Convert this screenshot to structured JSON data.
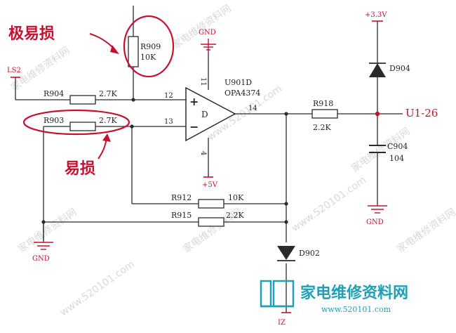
{
  "annotations": {
    "very_vulnerable": "极易损",
    "vulnerable": "易损"
  },
  "components": {
    "r909": {
      "ref": "R909",
      "value": "10K"
    },
    "r904": {
      "ref": "R904",
      "value": "2.7K"
    },
    "r903": {
      "ref": "R903",
      "value": "2.7K"
    },
    "r912": {
      "ref": "R912",
      "value": "10K"
    },
    "r915": {
      "ref": "R915",
      "value": "2.2K"
    },
    "r918": {
      "ref": "R918",
      "value": "2.2K"
    },
    "c904": {
      "ref": "C904",
      "value": "104"
    },
    "d904": {
      "ref": "D904"
    },
    "d902": {
      "ref": "D902"
    },
    "opamp": {
      "ref": "U901D",
      "part": "OPA4374",
      "symbol": "D",
      "plus": "+",
      "minus": "−",
      "pin_top": "11",
      "pin_bottom": "4",
      "pin_plus": "12",
      "pin_minus": "13",
      "pin_out": "14"
    }
  },
  "nets": {
    "gnd_top": "GND",
    "gnd_left": "GND",
    "gnd_right": "GND",
    "v5": "+5V",
    "v33": "+3.3V",
    "ls2": "LS2",
    "u1_26": "U1-26",
    "iz": "IZ"
  },
  "watermarks": {
    "site_cn": "家电维修资料网",
    "site_url": "www.520101.com"
  },
  "colors": {
    "wire": "#2b2b2b",
    "accent": "#c8102e",
    "watermark": "#b8b8b8",
    "logo": "#1fa0b8"
  }
}
